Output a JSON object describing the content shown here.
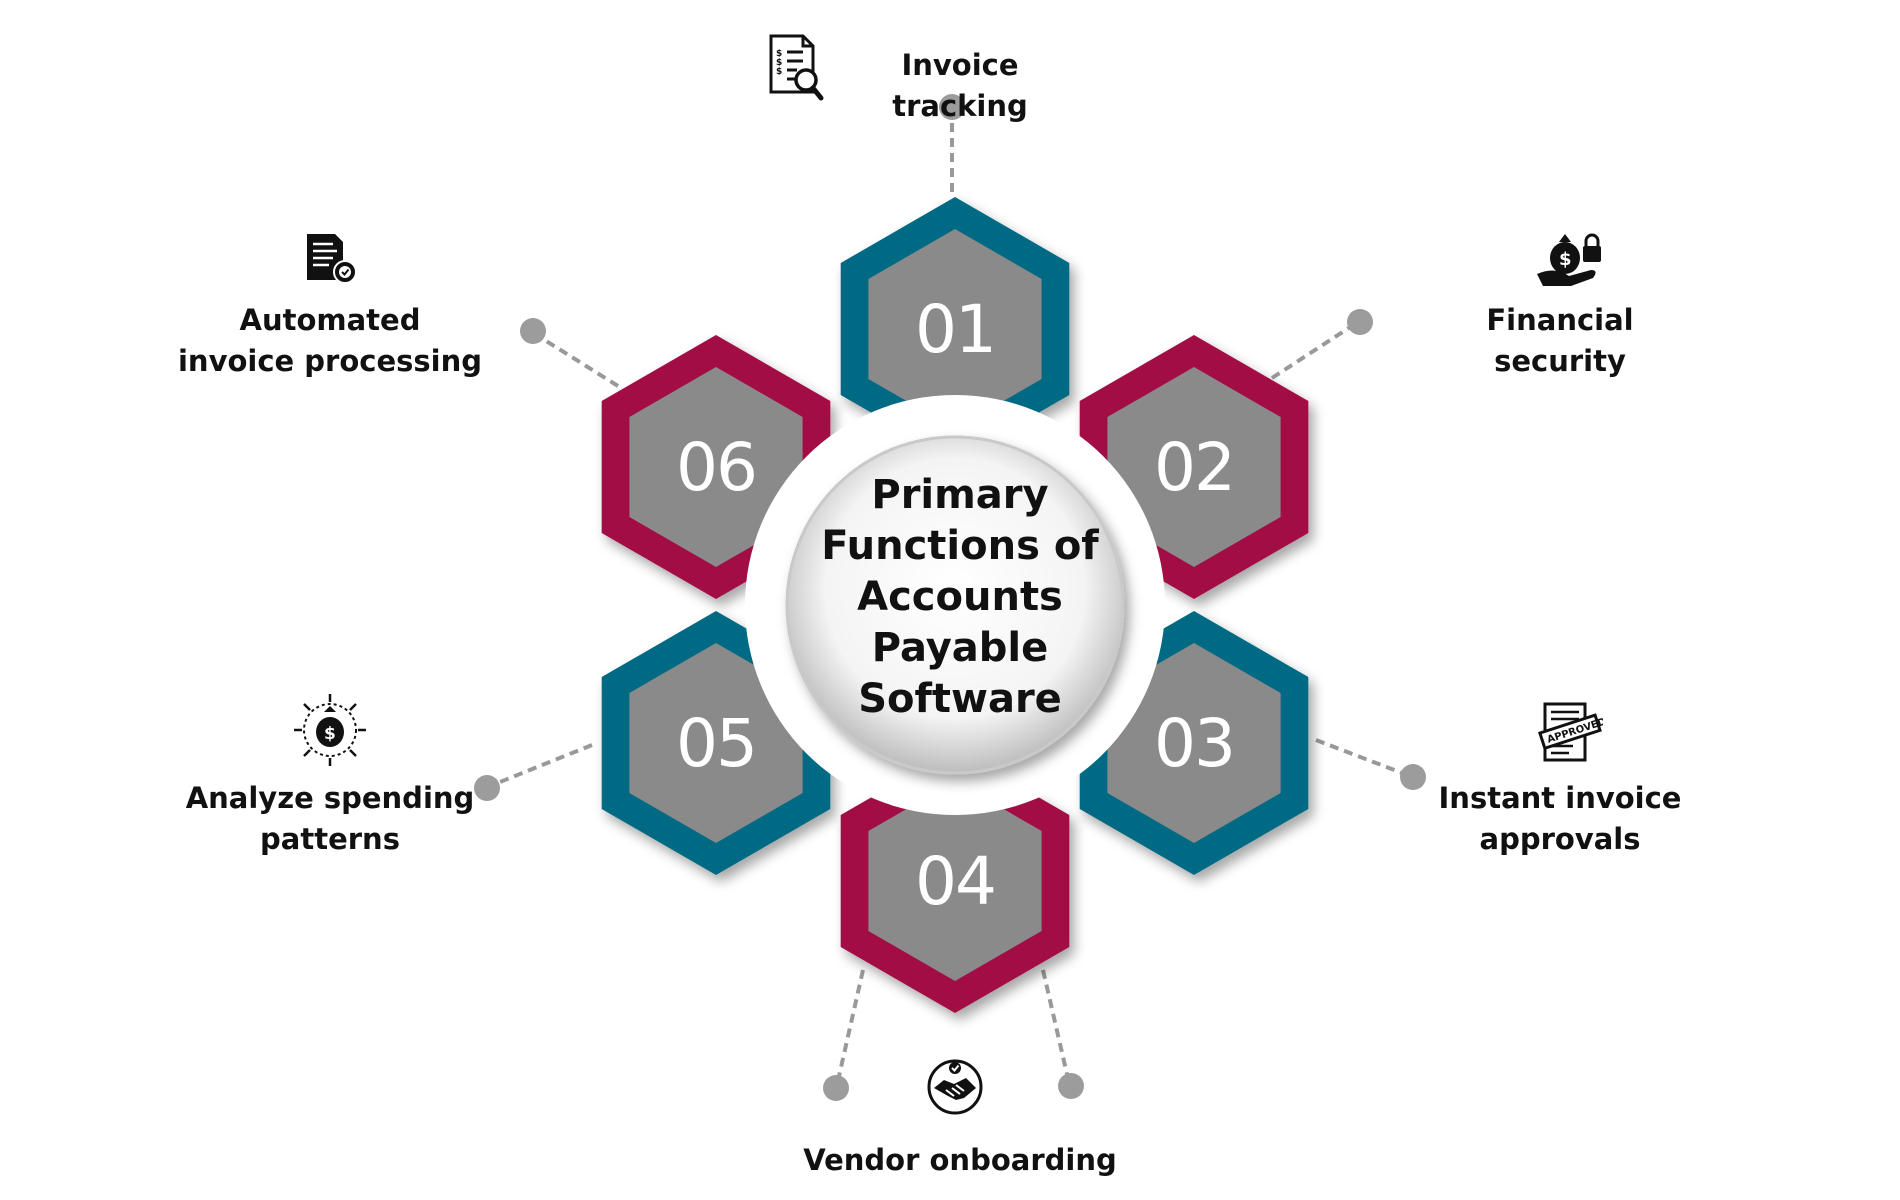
{
  "center_title_lines": [
    "Primary",
    "Functions of",
    "Accounts",
    "Payable",
    "Software"
  ],
  "colors": {
    "teal": "#006b84",
    "crimson": "#a30a45",
    "gray": "#8a8a8a",
    "connector": "#999999"
  },
  "items": [
    {
      "number": "01",
      "lines": [
        "Invoice tracking"
      ],
      "color": "teal",
      "icon": "invoice-search-icon"
    },
    {
      "number": "02",
      "lines": [
        "Financial",
        "security"
      ],
      "color": "crimson",
      "icon": "money-bag-lock-icon"
    },
    {
      "number": "03",
      "lines": [
        "Instant invoice",
        "approvals"
      ],
      "color": "teal",
      "icon": "approved-stamp-icon"
    },
    {
      "number": "04",
      "lines": [
        "Vendor onboarding"
      ],
      "color": "crimson",
      "icon": "handshake-icon"
    },
    {
      "number": "05",
      "lines": [
        "Analyze spending",
        "patterns"
      ],
      "color": "teal",
      "icon": "money-bag-arrows-icon"
    },
    {
      "number": "06",
      "lines": [
        "Automated",
        "invoice processing"
      ],
      "color": "crimson",
      "icon": "document-gear-icon"
    }
  ]
}
